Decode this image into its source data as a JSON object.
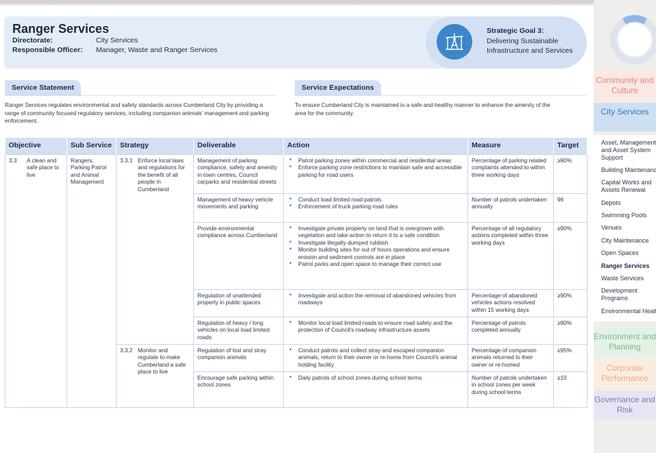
{
  "header": {
    "title": "Ranger Services",
    "directorate_label": "Directorate:",
    "directorate": "City Services",
    "officer_label": "Responsible Officer:",
    "officer": "Manager, Waste and Ranger Services",
    "goal_title": "Strategic Goal 3:",
    "goal_text": "Delivering Sustainable Infrastructure and Services"
  },
  "statement": {
    "label": "Service Statement",
    "text": "Ranger Services regulates environmental and safety standards across Cumberland City by providing a range of community focused regulatory services, including companion animals' management and parking enforcement."
  },
  "expectations": {
    "label": "Service Expectations",
    "text": "To ensure Cumberland City is maintained in a safe and healthy manner to enhance the amenity of the area for the community."
  },
  "table": {
    "columns": [
      "Objective",
      "Sub Service",
      "Strategy",
      "Deliverable",
      "Action",
      "Measure",
      "Target"
    ],
    "objective": {
      "num": "3.3",
      "text": "A clean and safe place to live"
    },
    "sub_service": "Rangers, Parking Patrol and Animal Management",
    "strategies": [
      {
        "num": "3.3.1",
        "text": "Enforce local laws and regulations for the benefit of all people in Cumberland"
      },
      {
        "num": "3.3.2",
        "text": "Monitor and regulate to make Cumberland a safe place to live"
      }
    ],
    "rows": [
      {
        "deliverable": "Management of parking compliance, safety and amenity in town centres, Council carparks and residential streets",
        "actions": [
          "Patrol parking zones within commercial and residential areas",
          "Enforce parking zone restrictions to maintain safe and accessible parking for road users"
        ],
        "measure": "Percentage of parking related complaints attended to within three working days",
        "target": "≥90%"
      },
      {
        "deliverable": "Management of heavy vehicle movements and parking",
        "actions": [
          "Conduct load limited road patrols",
          "Enforcement of truck parking road rules"
        ],
        "measure": "Number of patrols undertaken annually",
        "target": "96"
      },
      {
        "deliverable": "Provide environmental compliance across Cumberland",
        "actions": [
          "Investigate private property on land that is overgrown with vegetation and take action to return it to a safe condition",
          "Investigate illegally dumped rubbish",
          "Monitor building sites for out of hours operations and ensure erosion and sediment controls are in place",
          "Patrol parks and open space to manage their correct use"
        ],
        "measure": "Percentage of all regulatory actions completed within three working days",
        "target": "≥90%"
      },
      {
        "deliverable": "Regulation of unattended property in public spaces",
        "actions": [
          "Investigate and action the removal of abandoned vehicles from roadways"
        ],
        "measure": "Percentage of abandoned vehicles actions resolved within 15 working days",
        "target": "≥90%"
      },
      {
        "deliverable": "Regulation of heavy / long vehicles on local load limited roads",
        "actions": [
          "Monitor local load limited roads to ensure road safety and the protection of Council's roadway infrastructure assets"
        ],
        "measure": "Percentage of patrols completed annually",
        "target": "≥90%"
      },
      {
        "deliverable": "Regulation of lost and stray companion animals",
        "actions": [
          "Conduct patrols and collect stray and escaped companion animals, return to their owner or re-home from Council's animal holding facility"
        ],
        "measure": "Percentage of companion animals returned to their owner or re-homed",
        "target": "≥95%"
      },
      {
        "deliverable": "Encourage safe parking within school zones",
        "actions": [
          "Daily patrols of school zones during school terms"
        ],
        "measure": "Number of patrols undertaken in school zones per week during school terms",
        "target": "≥10"
      }
    ]
  },
  "sidebar": {
    "sections": [
      {
        "label": "Community and Culture",
        "color": "#e8847a"
      },
      {
        "label": "City Services",
        "color": "#2f76c0"
      },
      {
        "label": "Environment and Planning",
        "color": "#79b988"
      },
      {
        "label": "Corporate Performance",
        "color": "#eeaa7a"
      },
      {
        "label": "Governance and Risk",
        "color": "#7f77b6"
      }
    ],
    "items": [
      "Asset, Management and Asset System Support",
      "Building Maintenance",
      "Capital Works and Assets Renewal",
      "Depots",
      "Swimming Pools",
      "Venues",
      "City Maintenance",
      "Open Spaces",
      "Ranger Services",
      "Waste Services",
      "Development Programs",
      "Environmental Health"
    ],
    "active_item": "Ranger Services"
  },
  "colors": {
    "accent": "#3e86c9",
    "header_bg": "#e4ecf7",
    "tag_bg": "#d3e0f3",
    "rule": "#c5d5ec"
  }
}
